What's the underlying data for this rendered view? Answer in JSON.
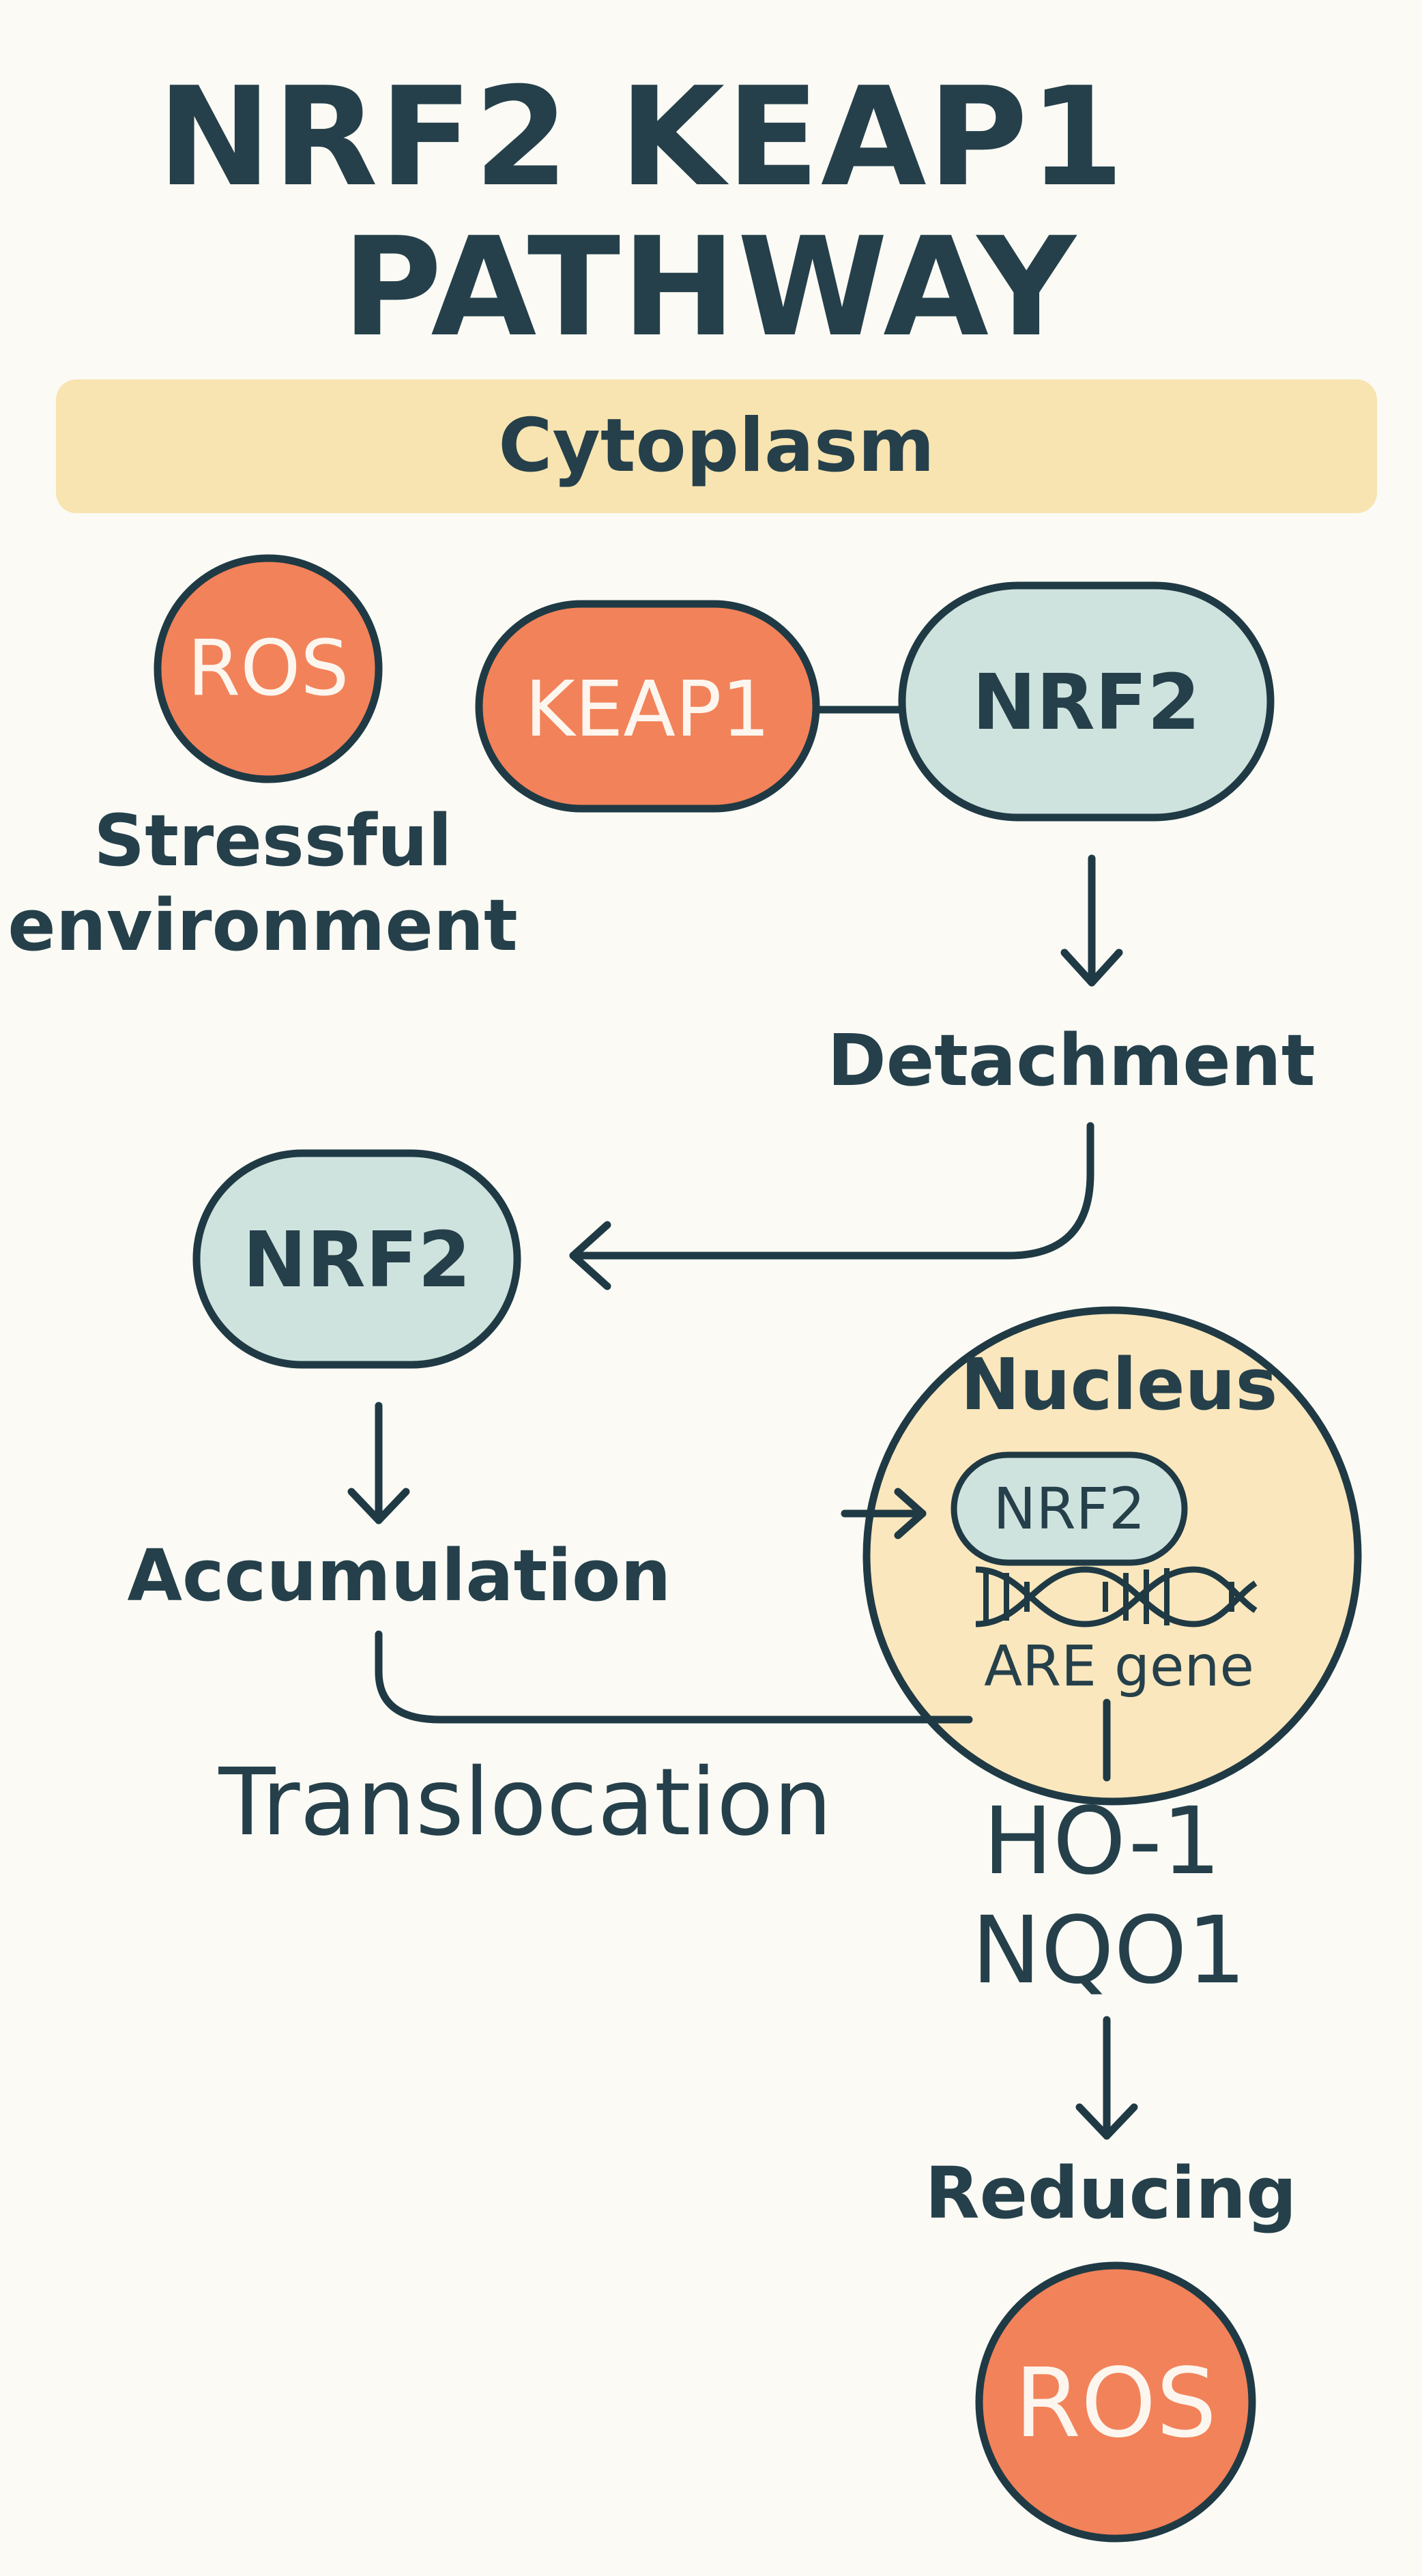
{
  "title": {
    "line1": "NRF2 KEAP1",
    "line2": "PATHWAY"
  },
  "banner": {
    "label": "Cytoplasm"
  },
  "stress": {
    "ros_label": "ROS",
    "line1": "Stressful",
    "line2": "environment"
  },
  "complex": {
    "keap1_label": "KEAP1",
    "nrf2_label": "NRF2"
  },
  "steps": {
    "detachment": "Detachment",
    "free_nrf2": "NRF2",
    "accumulation": "Accumulation",
    "translocation": "Translocation"
  },
  "nucleus": {
    "title": "Nucleus",
    "nrf2_label": "NRF2",
    "gene_label": "ARE gene"
  },
  "outputs": {
    "line1": "HO-1",
    "line2": "NQO1",
    "reducing": "Reducing",
    "ros_label": "ROS"
  },
  "colors": {
    "background": "#fbfaf5",
    "banner": "#f8e4b1",
    "ros_orange": "#f2825a",
    "nrf2_teal": "#cfe3de",
    "nucleus_fill": "#fbe7bd",
    "outline": "#1f3a44"
  }
}
